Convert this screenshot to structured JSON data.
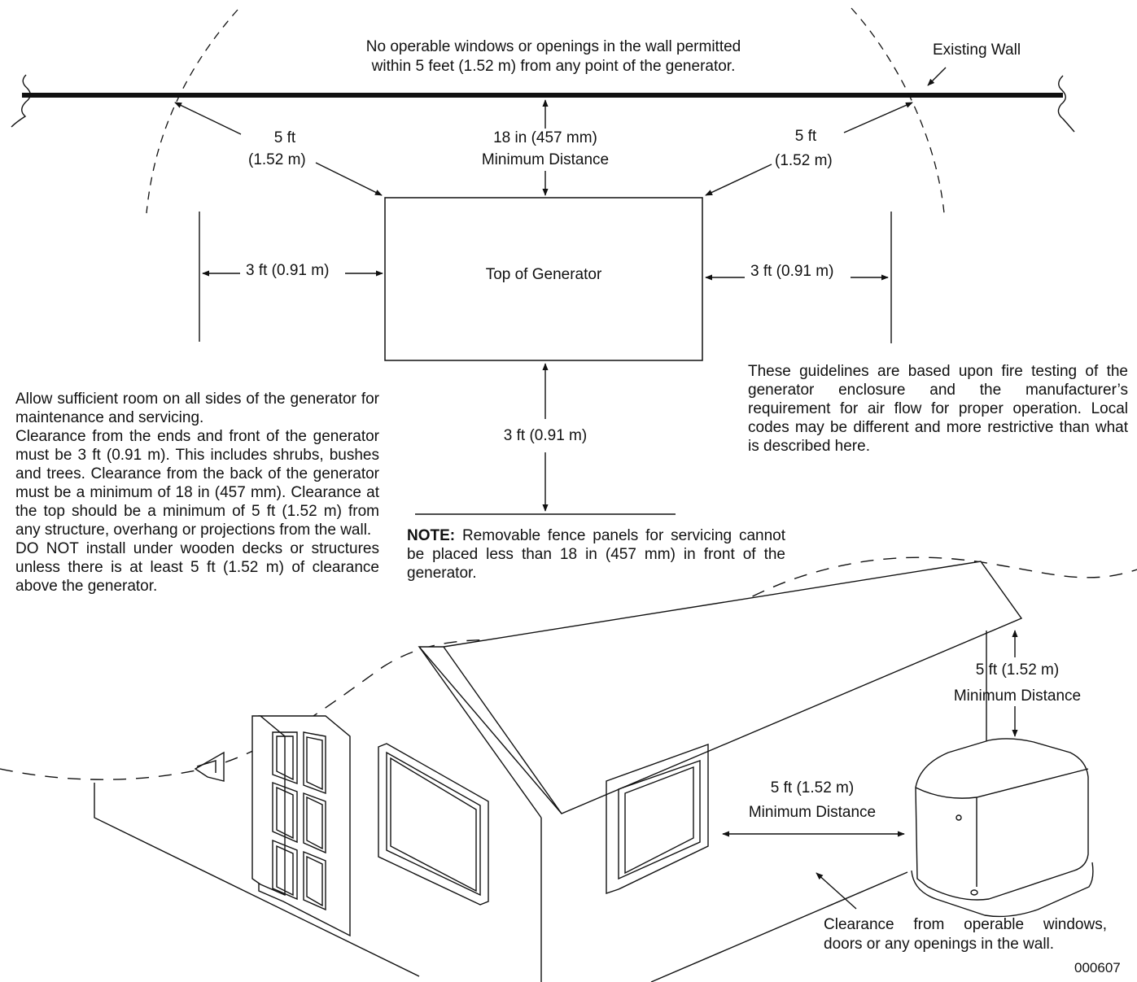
{
  "header": {
    "no_openings_line1": "No operable windows or openings in the wall permitted",
    "no_openings_line2": "within 5 feet (1.52 m) from any point of the generator.",
    "existing_wall": "Existing Wall"
  },
  "plan": {
    "back_distance": "18 in (457 mm)",
    "back_min": "Minimum Distance",
    "left_diag_ft": "5 ft",
    "left_diag_m": "(1.52 m)",
    "right_diag_ft": "5 ft",
    "right_diag_m": "(1.52 m)",
    "generator_label": "Top of Generator",
    "left_side": "3 ft (0.91 m)",
    "right_side": "3 ft (0.91 m)",
    "front": "3 ft (0.91 m)"
  },
  "left_text": {
    "p1": "Allow sufficient room on all sides of the generator for maintenance and servicing.",
    "p2": "Clearance from the ends and front of the generator must be 3 ft (0.91 m). This includes shrubs, bushes and trees. Clearance from the back of the generator must be a minimum of 18 in (457 mm). Clearance at the top should be a minimum of 5 ft (1.52 m) from any structure, overhang or projections from the wall.",
    "p3": "DO NOT install under wooden decks or structures unless there is at least 5 ft (1.52 m) of clearance above the generator."
  },
  "right_text": {
    "p1": "These guidelines are based upon fire testing of the generator enclosure and the manufacturer’s requirement for air flow for proper operation. Local codes may be different and more restrictive than what is described here."
  },
  "note": {
    "label": "NOTE:",
    "text": " Removable fence panels for servicing cannot be placed less than 18 in (457 mm) in front of the generator."
  },
  "house": {
    "top_distance": "5 ft (1.52 m)",
    "top_min": "Minimum Distance",
    "side_distance": "5 ft (1.52 m)",
    "side_min": "Minimum Distance",
    "clearance_line1": "Clearance from operable windows,",
    "clearance_line2": "doors or any openings in the wall.",
    "figure_code": "000607"
  }
}
